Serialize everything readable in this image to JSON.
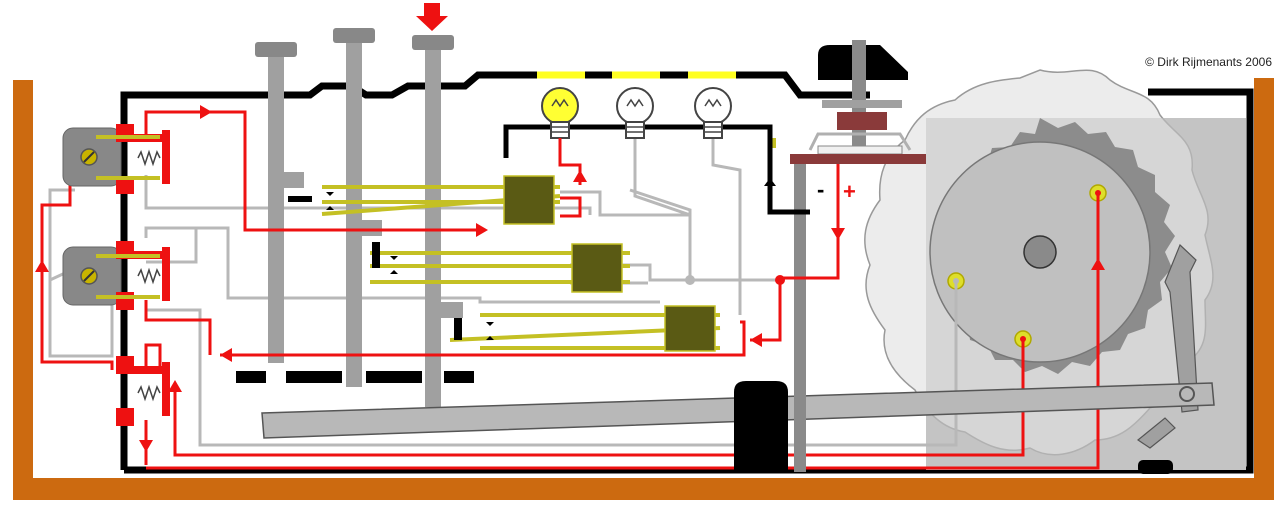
{
  "diagram": {
    "copyright": "© Dirk Rijmenants 2006",
    "minus_sign": "-",
    "plus_sign": "+",
    "lamps": [
      {
        "name": "lamp-1",
        "state": "on"
      },
      {
        "name": "lamp-2",
        "state": "off"
      },
      {
        "name": "lamp-3",
        "state": "off"
      }
    ]
  },
  "colors": {
    "wire_active": "#ee1111",
    "wire_inactive": "#b8b8b8",
    "frame": "#000000",
    "wood": "#cc6a10",
    "contact_spring": "#c4c024",
    "contact_block": "#5a5a14",
    "lamp_on": "#ffff33",
    "key_stem": "#a0a0a0",
    "rotor": "#a8a8a8",
    "contact_plunger": "#ee1111"
  }
}
